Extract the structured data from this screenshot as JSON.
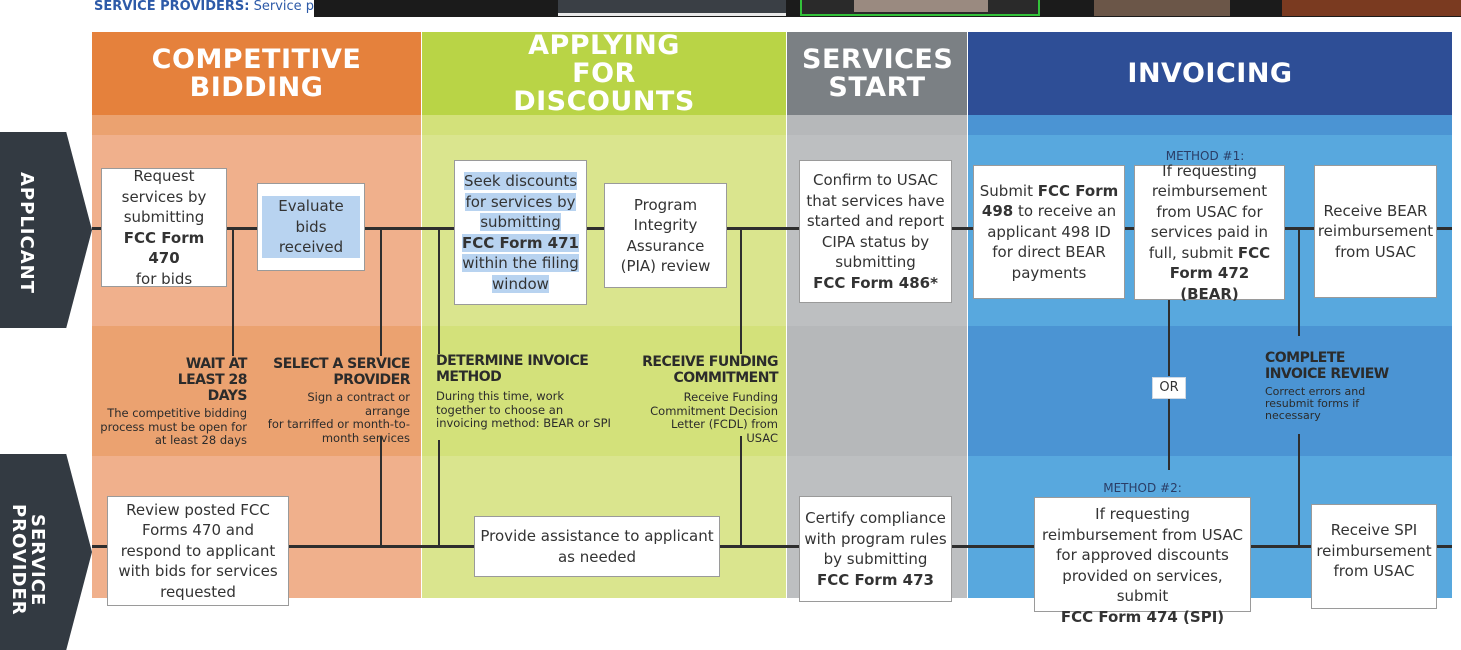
{
  "top_label": {
    "prefix": "SERVICE PROVIDERS:",
    "text": "Service prov"
  },
  "video_strip": {
    "tiles": [
      "participant-1",
      "participant-2",
      "participant-3",
      "participant-4"
    ]
  },
  "colors": {
    "competitive_header": "#e5813c",
    "competitive_light": "#f0b08c",
    "competitive_mid": "#eba270",
    "discounts_header": "#b9d446",
    "discounts_light": "#dae58e",
    "discounts_mid": "#d3e17a",
    "services_header": "#7b8084",
    "services_light": "#bdbfc1",
    "services_mid": "#b6b8ba",
    "invoicing_header": "#2e4e96",
    "invoicing_light": "#58a8de",
    "invoicing_mid": "#4b94d3",
    "role_tab": "#333a42",
    "highlight": "#b8d3f0"
  },
  "headers": {
    "competitive_bidding": "COMPETITIVE BIDDING",
    "applying_for_discounts": "APPLYING FOR DISCOUNTS",
    "services_start": "SERVICES START",
    "invoicing": "INVOICING"
  },
  "roles": {
    "applicant": "APPLICANT",
    "service_provider": "SERVICE PROVIDER"
  },
  "applicant_boxes": {
    "request": {
      "pre": "Request services by submitting",
      "bold": "FCC Form 470",
      "post": "for bids"
    },
    "evaluate": "Evaluate bids received",
    "seek": {
      "pre": "Seek discounts for services by submitting",
      "bold": "FCC Form 471",
      "post": "within the filing window"
    },
    "pia": "Program Integrity Assurance (PIA) review",
    "confirm": {
      "pre": "Confirm to USAC that services have started and report CIPA status by submitting",
      "bold": "FCC Form 486*"
    },
    "submit498": {
      "pre": "Submit",
      "bold": "FCC Form 498",
      "post": "to receive an applicant 498 ID for direct BEAR payments"
    },
    "bear_request": {
      "pre": "If requesting reimbursement from USAC for services paid in full, submit",
      "bold": "FCC Form 472",
      "post": "(BEAR)"
    },
    "receive_bear": "Receive BEAR reimbursement from USAC"
  },
  "steps": {
    "wait": {
      "title": "WAIT AT LEAST 28 DAYS",
      "desc": "The competitive bidding process must be open for at least 28 days"
    },
    "select": {
      "title": "SELECT A SERVICE PROVIDER",
      "desc_a": "Sign a contract or arrange",
      "desc_b": "for tarriffed or month-to-month services"
    },
    "determine": {
      "title": "DETERMINE INVOICE METHOD",
      "desc": "During this time, work together to choose an invoicing method: BEAR or SPI"
    },
    "receive_funding": {
      "title": "RECEIVE FUNDING COMMITMENT",
      "desc": "Receive Funding Commitment Decision Letter (FCDL) from USAC"
    },
    "complete_review": {
      "title": "COMPLETE INVOICE REVIEW",
      "desc": "Correct errors and resubmit forms if necessary"
    }
  },
  "methods": {
    "method1": "METHOD #1:",
    "method2": "METHOD #2:",
    "or": "OR"
  },
  "provider_boxes": {
    "review": "Review posted FCC Forms 470 and respond to applicant with bids for services requested",
    "assist": "Provide assistance to applicant as needed",
    "certify": {
      "pre": "Certify compliance with program rules by submitting",
      "bold": "FCC Form 473"
    },
    "spi_request": {
      "pre": "If requesting reimbursement from USAC for approved discounts provided on services, submit",
      "bold": "FCC Form 474 (SPI)"
    },
    "receive_spi": "Receive SPI reimbursement from USAC"
  }
}
